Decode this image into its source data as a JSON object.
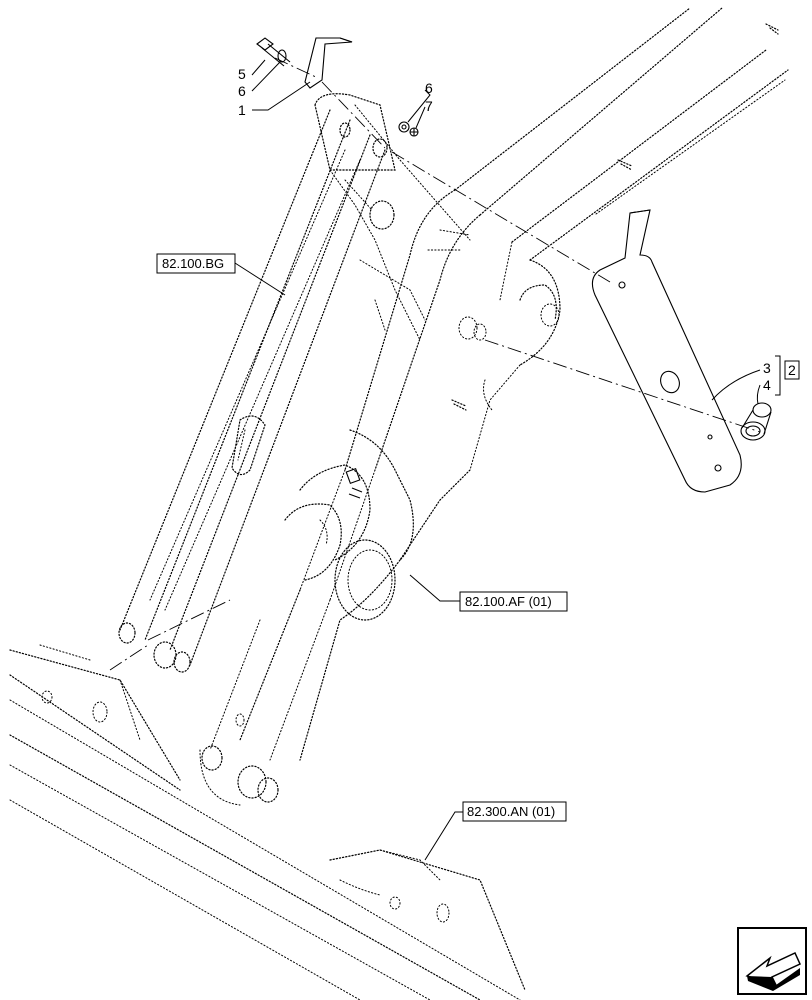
{
  "callouts": {
    "c1": "1",
    "c2": "2",
    "c3": "3",
    "c4": "4",
    "c5": "5",
    "c6a": "6",
    "c6b": "6",
    "c7": "7"
  },
  "references": {
    "bg": "82.100.BG",
    "af": "82.100.AF (01)",
    "an": "82.300.AN (01)"
  },
  "nav_icon": "navigation-arrow-icon"
}
